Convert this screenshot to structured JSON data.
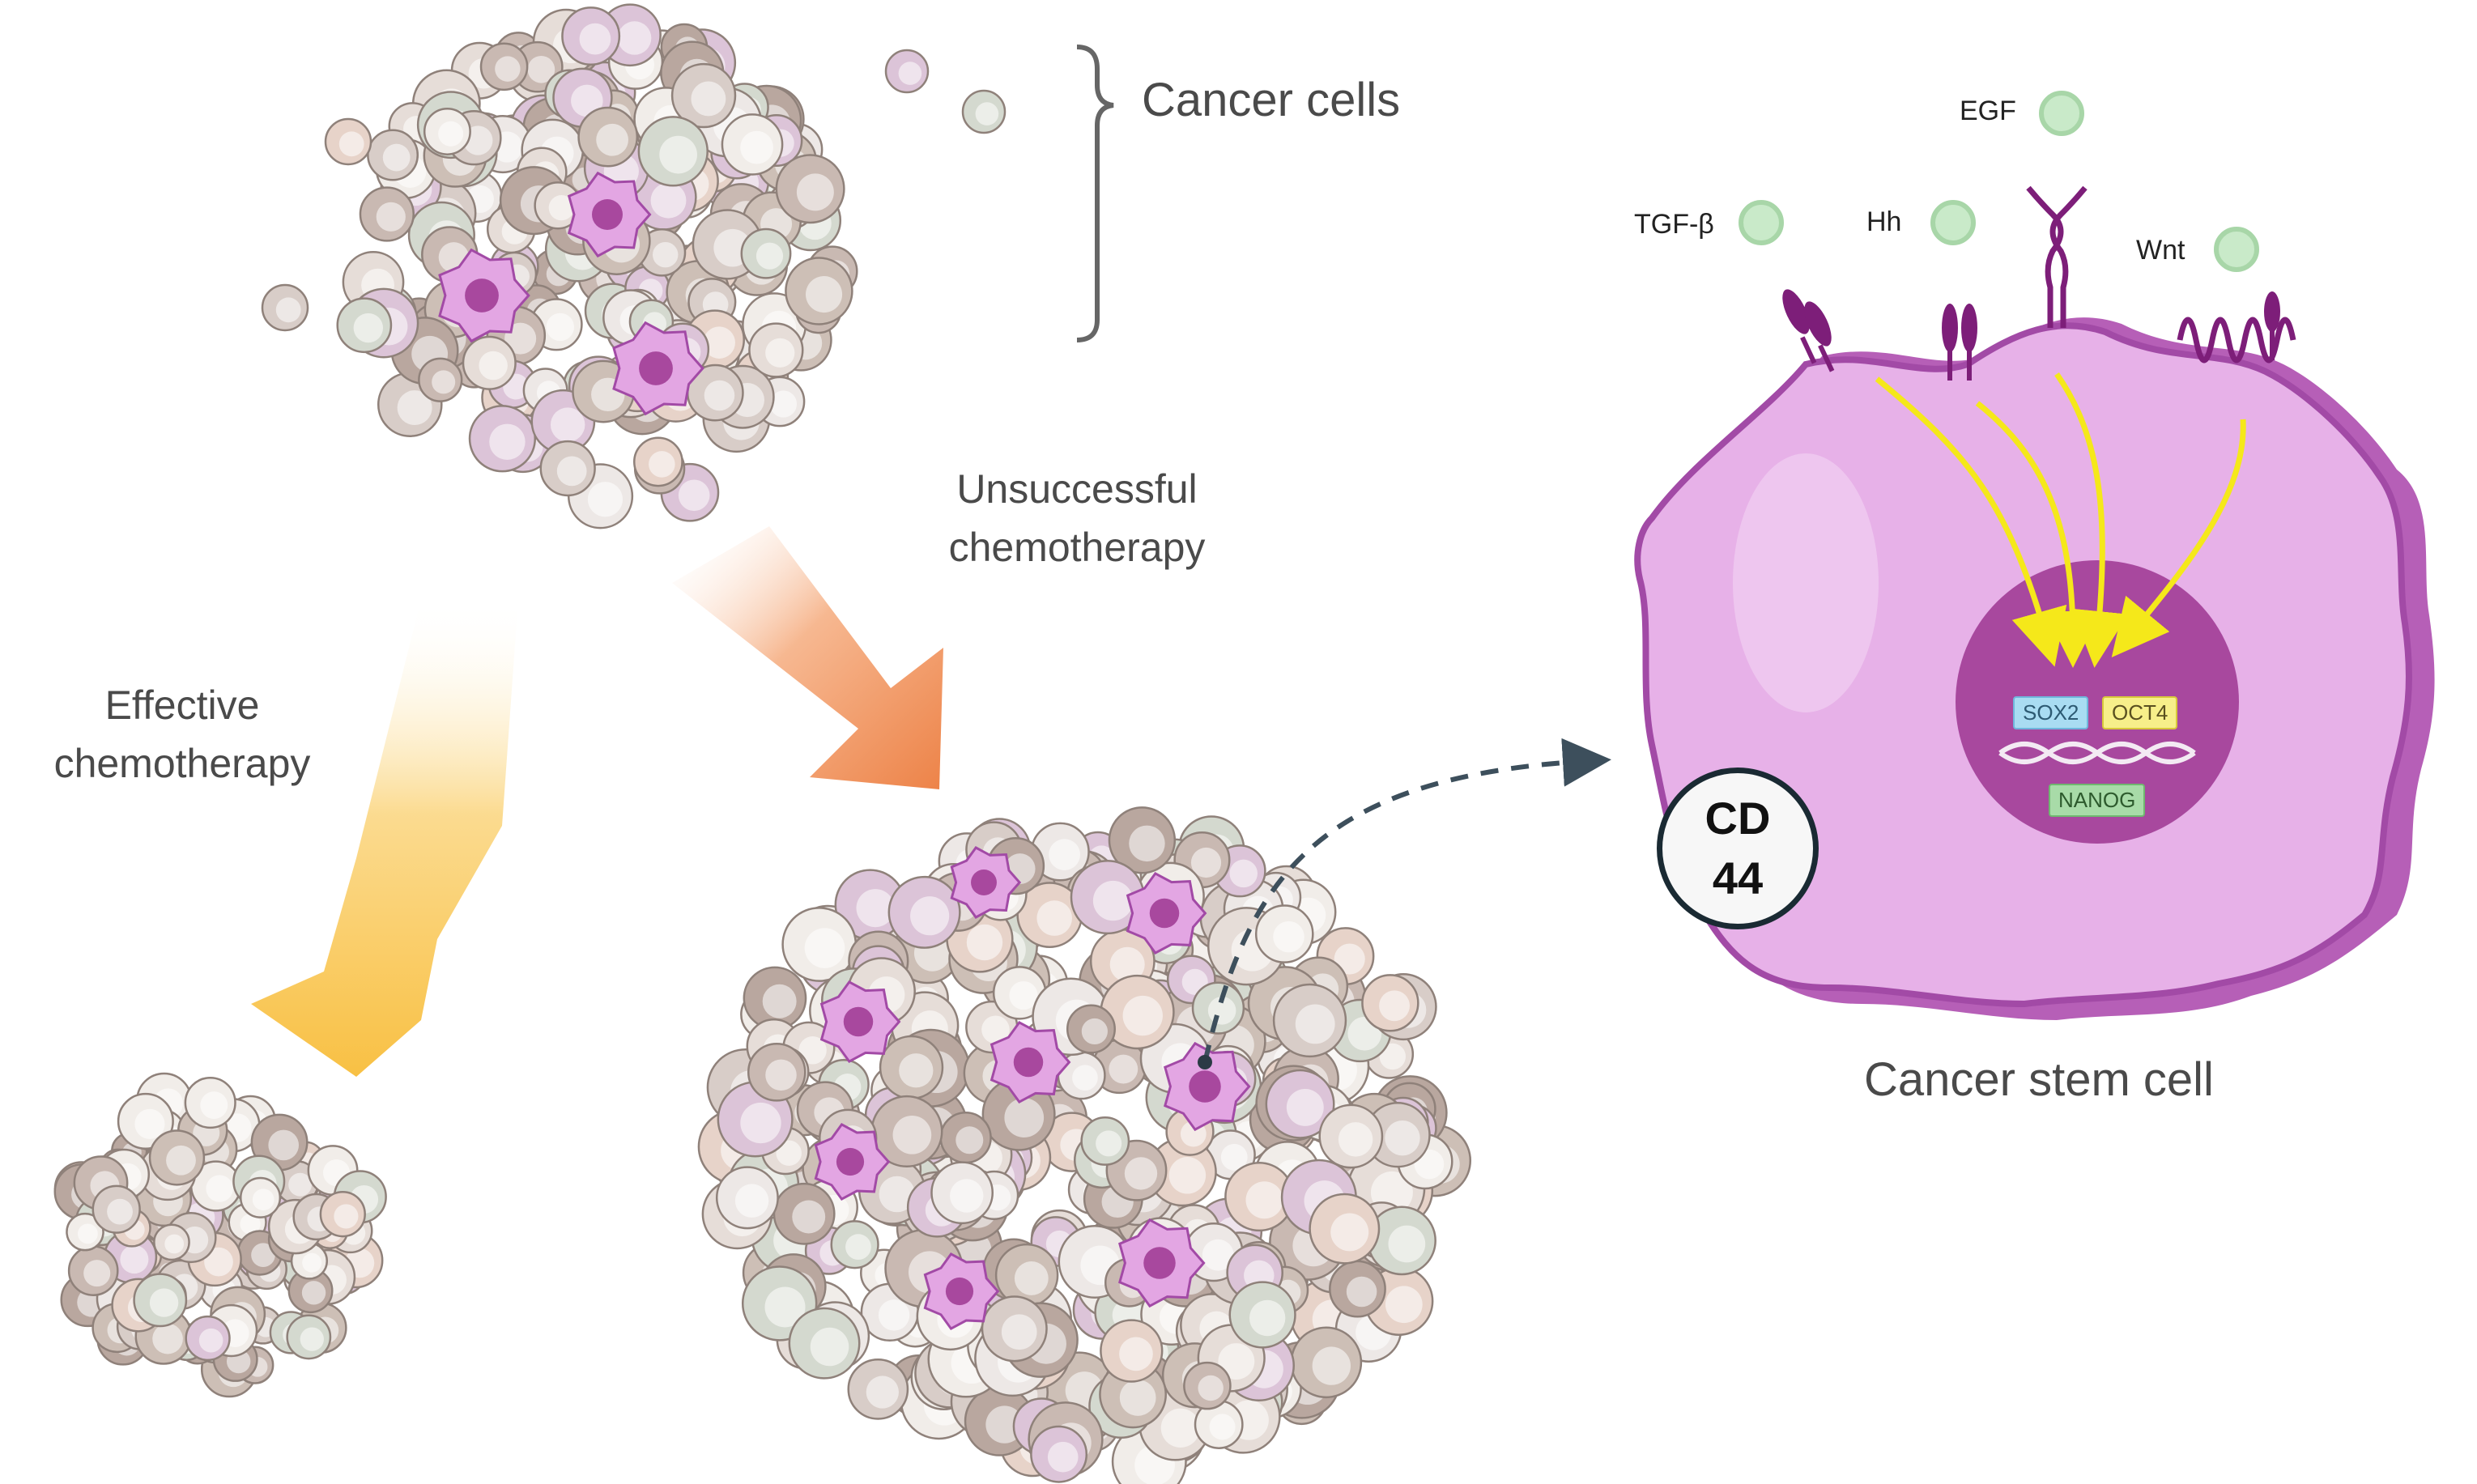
{
  "labels": {
    "cancer_cells": "Cancer cells",
    "unsuccessful_line1": "Unsuccessful",
    "unsuccessful_line2": "chemotherapy",
    "effective_line1": "Effective",
    "effective_line2": "chemotherapy",
    "cancer_stem_cell": "Cancer stem cell"
  },
  "ligands": {
    "egf": "EGF",
    "tgf_beta": "TGF-β",
    "hh": "Hh",
    "wnt": "Wnt"
  },
  "genes": {
    "sox2": "SOX2",
    "oct4": "OCT4",
    "nanog": "NANOG"
  },
  "marker": {
    "line1": "CD",
    "line2": "44"
  },
  "colors": {
    "stem_cell_membrane": "#e6b0e6",
    "stem_cell_outline": "#a24aa6",
    "nucleus": "#a8489e",
    "signal_arrow": "#f5e81a",
    "ligand": "#c9eac9",
    "receptor": "#7d1e79",
    "arrow_effective": "#f8c24a",
    "arrow_unsuccessful": "#ee8a50",
    "dashed_arrow": "#3d4f5c"
  }
}
